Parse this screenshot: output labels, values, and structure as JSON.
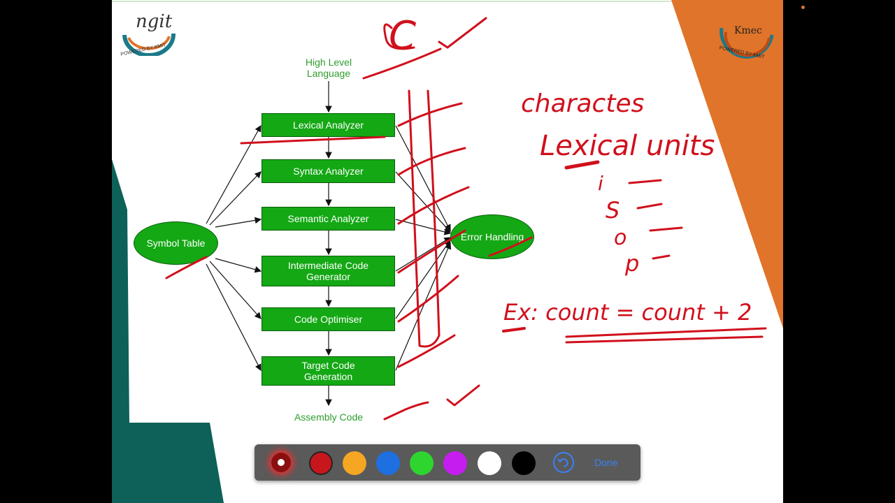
{
  "logos": {
    "left_name": "ngit",
    "left_tagline": "POWERED BY KMIT",
    "right_name": "Kmec",
    "right_tagline": "POWERED BY KMIT"
  },
  "diagram": {
    "input_label": "High Level\nLanguage",
    "output_label": "Assembly Code",
    "phases": [
      "Lexical Analyzer",
      "Syntax Analyzer",
      "Semantic Analyzer",
      "Intermediate Code\nGenerator",
      "Code Optimiser",
      "Target Code\nGeneration"
    ],
    "symbol_table": "Symbol Table",
    "error_handling": "Error Handling"
  },
  "annotations": {
    "top_letter": "C",
    "heading": "charactes",
    "subheading": "Lexical units",
    "units": [
      "i",
      "S",
      "o",
      "p"
    ],
    "example": "Ex: count = count + 2"
  },
  "toolbar": {
    "colors": [
      "#c8161d",
      "#f5a623",
      "#1e6fe0",
      "#2fd52f",
      "#c51df0",
      "#ffffff",
      "#000000"
    ],
    "pen_dot_color": "#e0141b",
    "undo_icon": "undo-icon",
    "done_label": "Done"
  }
}
